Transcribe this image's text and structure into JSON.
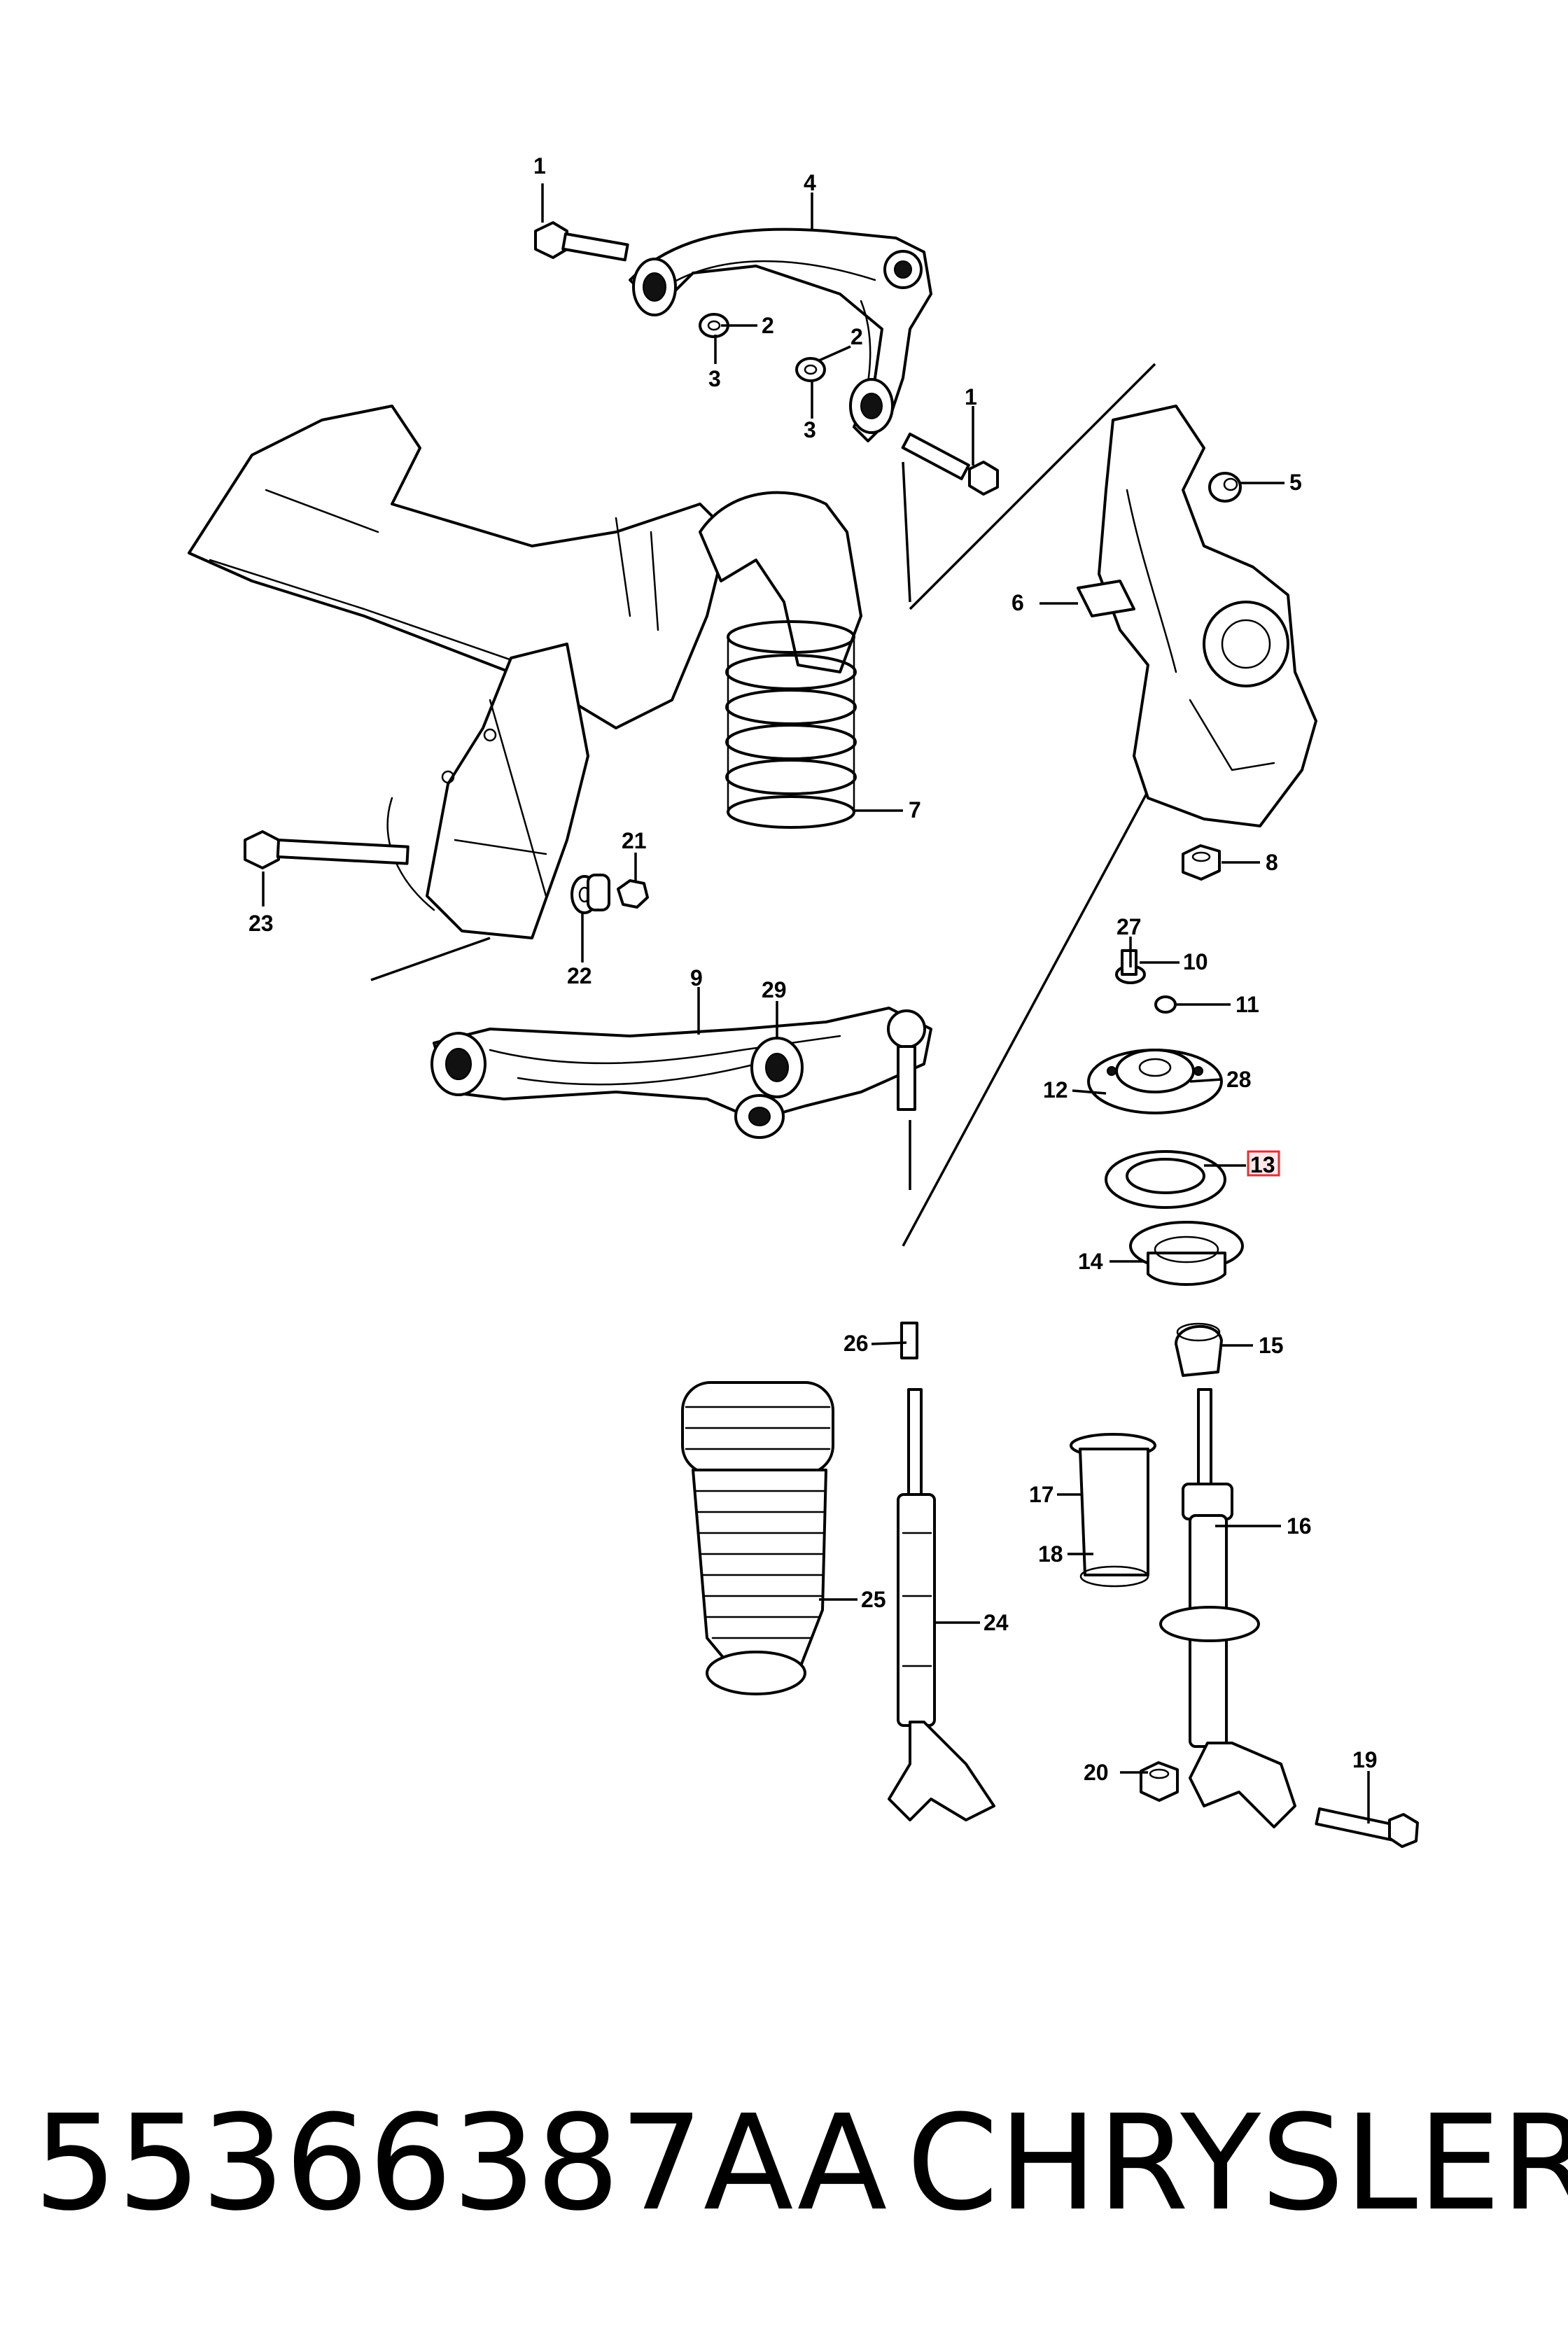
{
  "callouts": {
    "c1a": "1",
    "c1b": "1",
    "c2a": "2",
    "c2b": "2",
    "c3a": "3",
    "c3b": "3",
    "c4": "4",
    "c5": "5",
    "c6": "6",
    "c7": "7",
    "c8": "8",
    "c9": "9",
    "c10": "10",
    "c11": "11",
    "c12": "12",
    "c13": "13",
    "c14": "14",
    "c15": "15",
    "c16": "16",
    "c17": "17",
    "c18": "18",
    "c19": "19",
    "c20": "20",
    "c21": "21",
    "c22": "22",
    "c23": "23",
    "c24": "24",
    "c25": "25",
    "c26": "26",
    "c27": "27",
    "c28": "28",
    "c29": "29"
  },
  "highlighted_callout": "13",
  "footer": {
    "part_number": "55366387AA",
    "brand": "CHRYSLER"
  },
  "colors": {
    "ink": "#000000",
    "background": "#ffffff",
    "highlight_border": "#dd3333",
    "highlight_fill": "#fde8e8"
  }
}
